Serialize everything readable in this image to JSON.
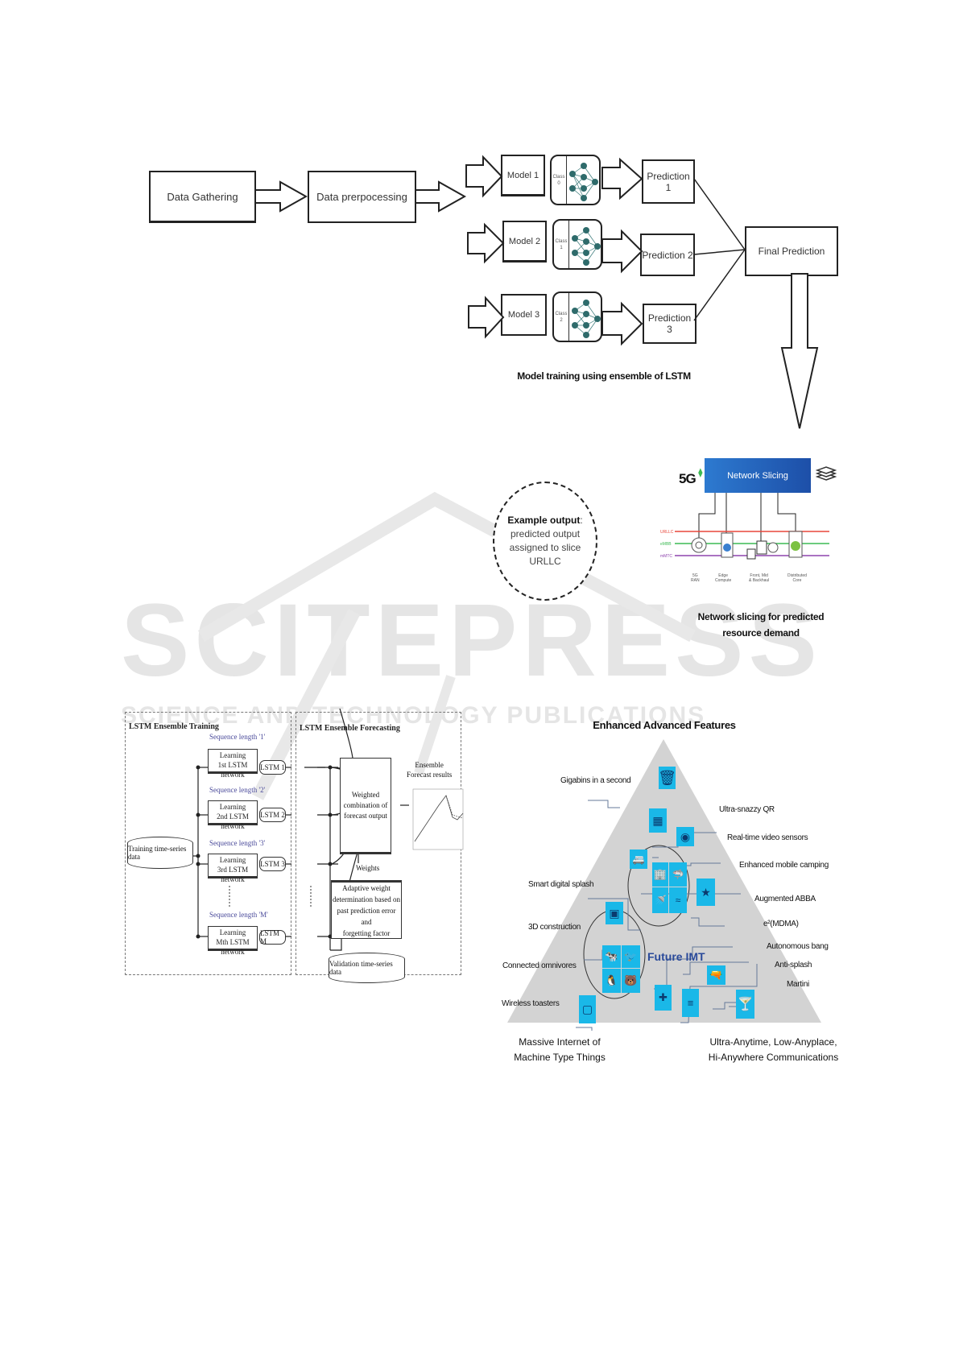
{
  "watermark": {
    "main": "SCITEPRESS",
    "sub": "SCIENCE AND TECHNOLOGY PUBLICATIONS"
  },
  "figure_ensemble": {
    "data_gathering": "Data Gathering",
    "data_preprocessing": "Data prerpocessing",
    "models": [
      {
        "label": "Model 1",
        "class_label": "Class 0",
        "prediction": "Prediction 1"
      },
      {
        "label": "Model 2",
        "class_label": "Class 1",
        "prediction": "Prediction 2"
      },
      {
        "label": "Model 3",
        "class_label": "Class 2",
        "prediction": "Prediction 3"
      }
    ],
    "final_prediction": "Final Prediction",
    "caption": "Model training using ensemble of LSTM"
  },
  "figure_slicing": {
    "example_output_bold": "Example output",
    "example_output_rest": ":",
    "example_output_lines": [
      "predicted output",
      "assigned to slice",
      "URLLC"
    ],
    "badge_5g": "5G",
    "network_slicing": "Network Slicing",
    "slices": [
      {
        "name": "URLLC",
        "color": "#e8463a"
      },
      {
        "name": "eMBB",
        "color": "#3cba54"
      },
      {
        "name": "mMTC",
        "color": "#8e44ad"
      }
    ],
    "nodes": [
      {
        "line1": "5G",
        "line2": "RAN"
      },
      {
        "line1": "Edge",
        "line2": "Compute"
      },
      {
        "line1": "Front, Mid",
        "line2": "& Backhaul"
      },
      {
        "line1": "Distributed",
        "line2": "Core"
      }
    ],
    "caption_line1": "Network slicing for predicted",
    "caption_line2": "resource demand",
    "header_color": "#2a6ac4"
  },
  "figure_lstm": {
    "training_title": "LSTM Ensemble Training",
    "forecasting_title": "LSTM Ensemble Forecasting",
    "training_data": "Training time-series data",
    "rows": [
      {
        "seq": "Sequence length '1'",
        "learn1": "Learning",
        "learn2": "1st LSTM network",
        "lstm": "LSTM 1"
      },
      {
        "seq": "Sequence length '2'",
        "learn1": "Learning",
        "learn2": "2nd LSTM network",
        "lstm": "LSTM 2"
      },
      {
        "seq": "Sequence length '3'",
        "learn1": "Learning",
        "learn2": "3rd LSTM network",
        "lstm": "LSTM 3"
      },
      {
        "seq": "Sequence length 'M'",
        "learn1": "Learning",
        "learn2": "Mth LSTM network",
        "lstm": "LSTM M"
      }
    ],
    "weighted": [
      "Weighted",
      "combination of",
      "forecast output"
    ],
    "ensemble_results": [
      "Ensemble",
      "Forecast results"
    ],
    "weights": "Weights",
    "adaptive": [
      "Adaptive weight",
      "determination based on",
      "past prediction error and",
      "forgetting factor"
    ],
    "validation_data": "Validation time-series data"
  },
  "figure_imt": {
    "title": "Enhanced Advanced Features",
    "center": "Future IMT",
    "left_bottom": [
      "Massive Internet of",
      "Machine Type Things"
    ],
    "right_bottom": [
      "Ultra-Anytime, Low-Anyplace,",
      "Hi-Anywhere Communications"
    ],
    "labels": {
      "gigabins": "Gigabins in a second",
      "qr": "Ultra-snazzy QR",
      "video": "Real-time video sensors",
      "camping": "Enhanced mobile camping",
      "splash": "Smart digital splash",
      "abba": "Augmented ABBA",
      "construction": "3D construction",
      "mdma": "e²(MDMA)",
      "bang": "Autonomous bang",
      "omnivores": "Connected omnivores",
      "antisplash": "Anti-splash",
      "martini": "Martini",
      "toasters": "Wireless toasters"
    },
    "icon_color": "#1ab8e8",
    "pyramid_color": "#d3d3d3"
  }
}
